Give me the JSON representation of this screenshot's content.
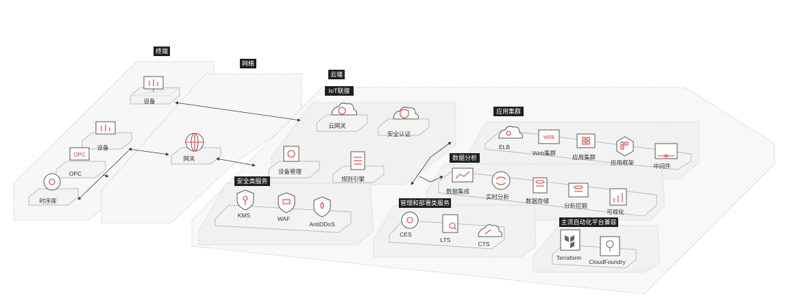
{
  "zones": {
    "terminal": "终端",
    "network": "网络",
    "cloud": "云端"
  },
  "groups": {
    "iot": "IoT联接",
    "app_cluster": "应用集群",
    "data_analysis": "数据分析",
    "security": "安全类服务",
    "management": "管理和部署类服务",
    "automation": "主流自动化平台兼容"
  },
  "nodes": {
    "device_top": "设备",
    "device_mid": "设备",
    "opc_label": "OPC",
    "opc_screen": "OPC",
    "tsdb": "时序库",
    "gateway": "网关",
    "cloud_gateway": "云网关",
    "security_auth": "安全认证",
    "device_mgmt": "设备管理",
    "rule_engine": "规则引擎",
    "elb": "ELB",
    "web_cluster": "Web集群",
    "web_screen": "WEB",
    "app_cluster": "应用集群",
    "app_framework": "应用框架",
    "middleware": "中间件",
    "data_integration": "数据集成",
    "realtime_analysis": "实时分析",
    "data_storage": "数据存储",
    "data_mining": "分析挖掘",
    "visualization": "可视化",
    "kms": "KMS",
    "waf": "WAF",
    "antiddos": "AntiDDoS",
    "ces": "CES",
    "lts": "LTS",
    "cts": "CTS",
    "terraform": "Terraform",
    "cloudfoundry": "CloudFoundry"
  },
  "colors": {
    "accent": "#e03434",
    "tag_bg": "#1f1f1f",
    "platform_top": "#f3f3f3",
    "platform_side": "#e2e2e2",
    "zone_border": "#c8c8c8",
    "arrow": "#333333"
  }
}
